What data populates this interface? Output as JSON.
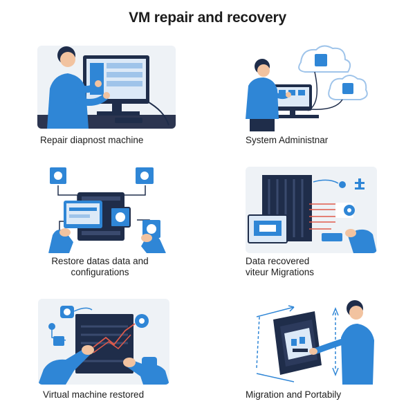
{
  "page": {
    "title": "VM repair and recovery"
  },
  "colors": {
    "accent": "#2f86d6",
    "navy": "#1f2d4a",
    "panel_bg": "#eef2f6"
  },
  "panels": [
    {
      "id": "p1",
      "icons": [
        "technician-illustration",
        "monitor-icon"
      ],
      "caption": [
        "Repair diapnost machine"
      ]
    },
    {
      "id": "p2",
      "icons": [
        "administrator-illustration",
        "cloud-icon"
      ],
      "caption": [
        "System Administnar"
      ]
    },
    {
      "id": "p3",
      "icons": [
        "server-icon",
        "network-node-icon"
      ],
      "caption": [
        "Restore datas data and",
        "configurations"
      ]
    },
    {
      "id": "p4",
      "icons": [
        "server-rack-icon",
        "data-flow-icon"
      ],
      "caption": [
        "Data recovered",
        "viteur Migrations"
      ]
    },
    {
      "id": "p5",
      "icons": [
        "hands-repair-icon",
        "circuit-icon"
      ],
      "caption": [
        "Virtual machine restored"
      ]
    },
    {
      "id": "p6",
      "icons": [
        "migration-illustration",
        "arrows-icon"
      ],
      "caption": [
        "Migration and Portabily"
      ]
    }
  ]
}
